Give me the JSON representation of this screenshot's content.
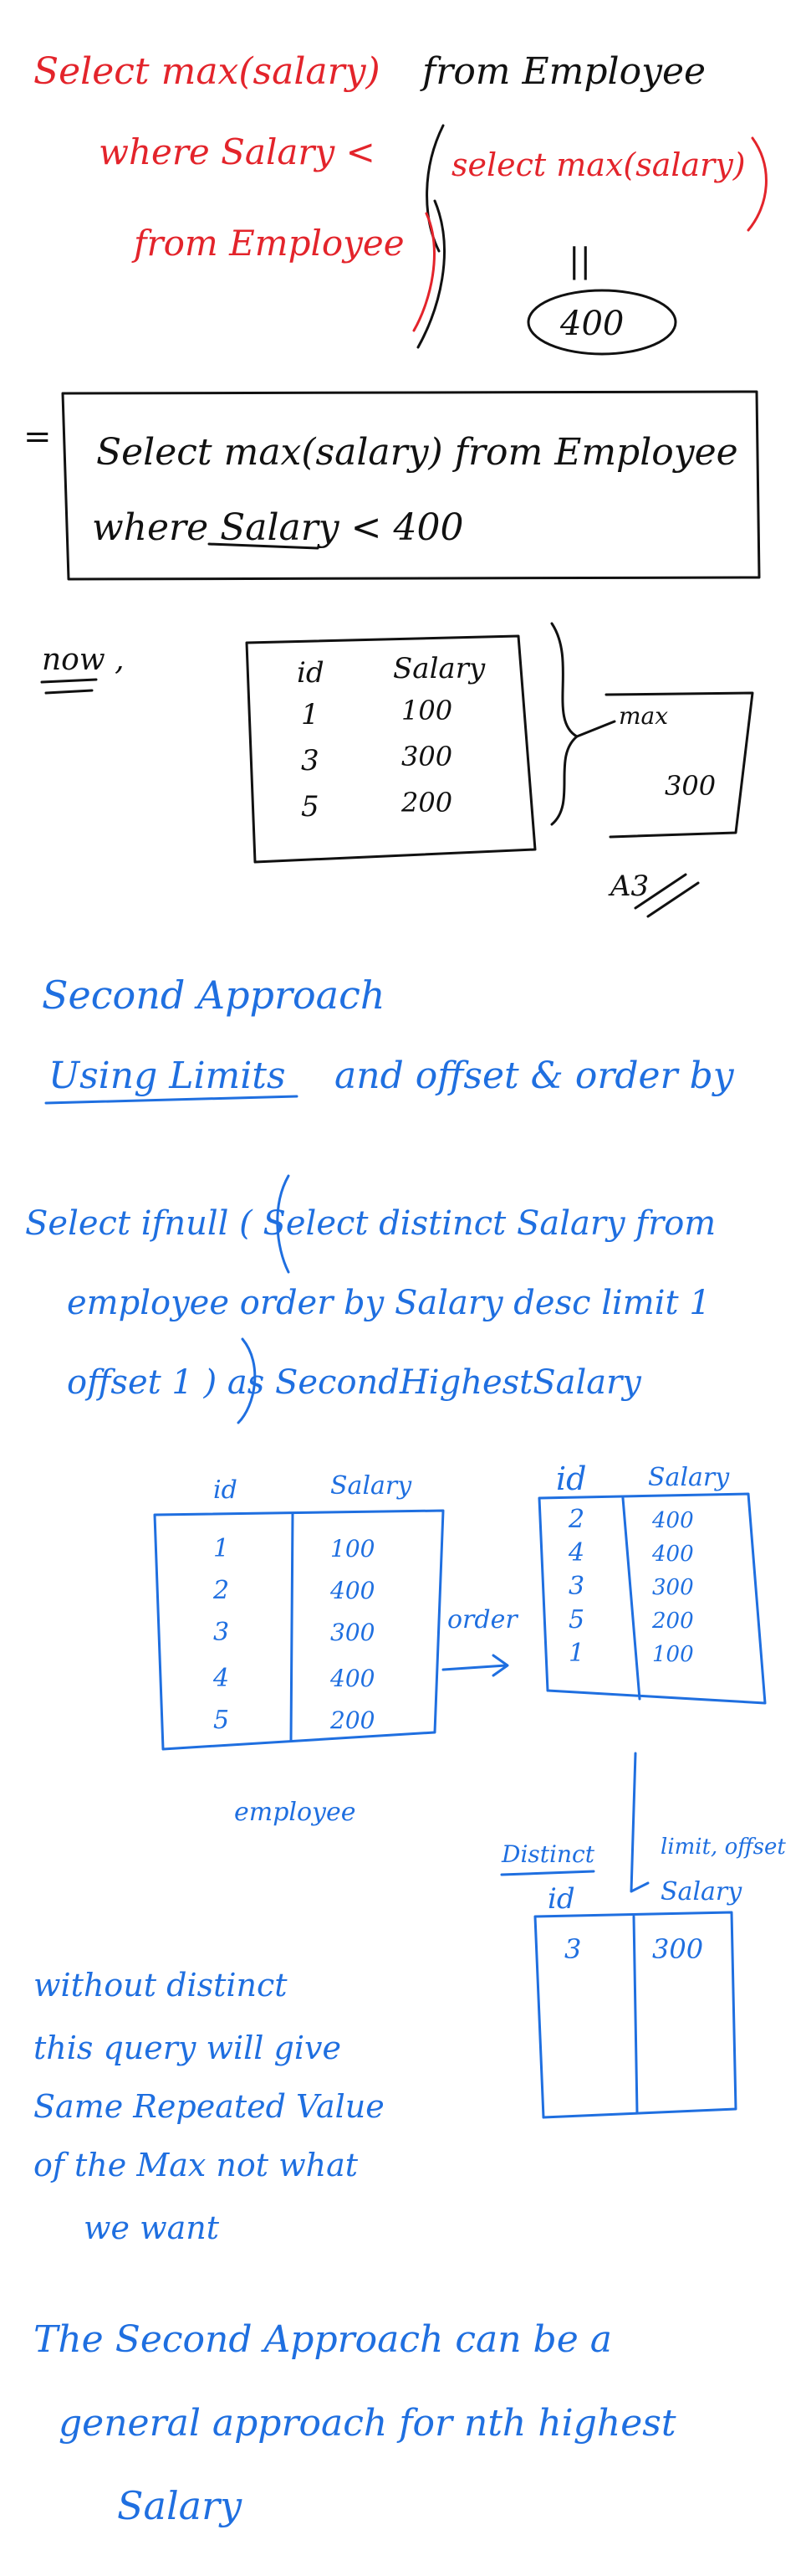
{
  "section1": {
    "line1_a": "Select max(salary)",
    "line1_b": "from Employee",
    "line2_a": "where Salary <",
    "line2_b": "select max(salary)",
    "line3": "from Employee",
    "equals": "||",
    "result": "400"
  },
  "simplified": {
    "prefix": "=",
    "line1": "Select max(salary) from Employee",
    "line2": "where Salary < 400"
  },
  "now": {
    "label": "now ,",
    "table": {
      "headers": [
        "id",
        "Salary"
      ],
      "rows": [
        [
          "1",
          "100"
        ],
        [
          "3",
          "300"
        ],
        [
          "5",
          "200"
        ]
      ]
    },
    "result_header": "max",
    "result_value": "300",
    "annotation": "A3"
  },
  "approach2": {
    "title": "Second Approach",
    "subtitle_underlined": "Using Limits",
    "subtitle_rest": "and offset & order by",
    "query_line1": "Select ifnull ( Select distinct Salary from",
    "query_line2": "employee order by Salary desc limit 1",
    "query_line3": "offset 1 )  as SecondHighestSalary"
  },
  "employee_table": {
    "headers": [
      "id",
      "Salary"
    ],
    "ids": [
      "1",
      "2",
      "3",
      "4",
      "5"
    ],
    "salaries": [
      "100",
      "400",
      "300",
      "400",
      "200"
    ],
    "caption": "employee"
  },
  "order_arrow_label": "order",
  "ordered_table": {
    "headers": [
      "id",
      "Salary"
    ],
    "ids": [
      "2",
      "4",
      "3",
      "5",
      "1"
    ],
    "salaries": [
      "400",
      "400",
      "300",
      "200",
      "100"
    ]
  },
  "distinct_label": "Distinct",
  "limit_label": "limit, offset",
  "result_table": {
    "headers": [
      "id",
      "Salary"
    ],
    "row": [
      "3",
      "300"
    ]
  },
  "note": {
    "line1": "without distinct",
    "line2": "this query will give",
    "line3": "Same Repeated Value",
    "line4": "of the Max not what",
    "line5": "we want"
  },
  "conclusion": {
    "line1": "The Second Approach can be a",
    "line2": "general approach for nth highest",
    "line3": "Salary"
  }
}
